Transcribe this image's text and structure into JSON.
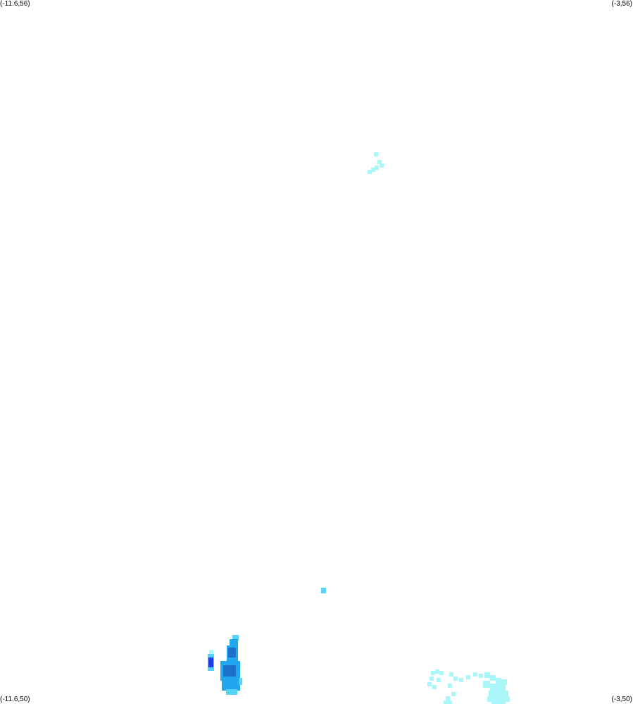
{
  "corners": {
    "top_left": "(-11.6,56)",
    "top_right": "(-3,56)",
    "bottom_left": "(-11.6,50)",
    "bottom_right": "(-3,50)"
  },
  "palette": {
    "light_cyan": "#aaf7fa",
    "cyan": "#55d4f5",
    "sky_blue": "#22a6ee",
    "mid_blue": "#1f72cc",
    "deep_blue": "#1a3ee6"
  }
}
